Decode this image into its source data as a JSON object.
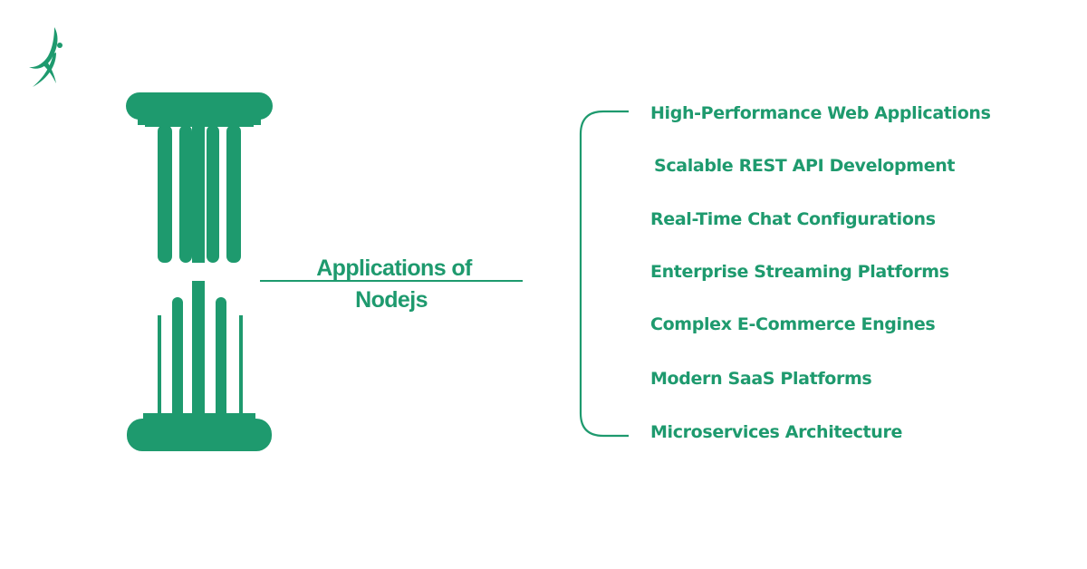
{
  "colors": {
    "brand_green": "#1e9a6e",
    "background": "#ffffff"
  },
  "logo": {
    "icon": "stylized-figure-logo-icon"
  },
  "pillar": {
    "icon": "column-pillar-icon"
  },
  "center_title": {
    "line1": "Applications of",
    "line2": "Nodejs"
  },
  "applications": [
    "High-Performance Web Applications",
    "Scalable REST API Development",
    "Real-Time Chat Configurations",
    "Enterprise Streaming Platforms",
    "Complex E-Commerce Engines",
    "Modern SaaS Platforms",
    "Microservices Architecture"
  ]
}
